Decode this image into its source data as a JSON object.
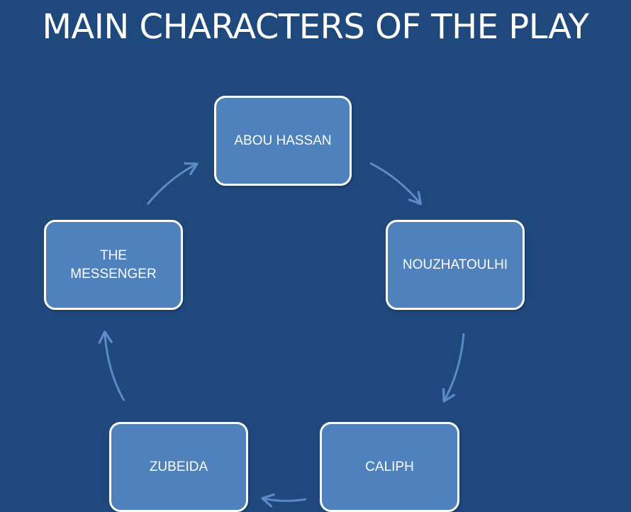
{
  "slide": {
    "title": "MAIN CHARACTERS OF THE PLAY"
  },
  "diagram": {
    "nodes": [
      {
        "id": "abou",
        "label": "ABOU  HASSAN"
      },
      {
        "id": "nouzhatoulhi",
        "label": "NOUZHATOULHI"
      },
      {
        "id": "caliph",
        "label": "CALIPH"
      },
      {
        "id": "zubeida",
        "label": "ZUBEIDA"
      },
      {
        "id": "messenger",
        "label": "THE\nMESSENGER"
      }
    ],
    "cycle_order": [
      "abou",
      "nouzhatoulhi",
      "caliph",
      "zubeida",
      "messenger"
    ],
    "colors": {
      "background": "#1f487c",
      "node_fill": "#4f81bd",
      "node_border": "#ffffff",
      "arrow": "#5b8ac8",
      "text": "#ffffff"
    }
  }
}
